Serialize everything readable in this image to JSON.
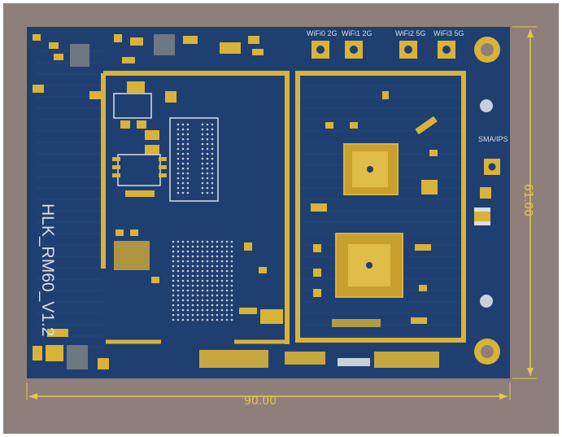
{
  "board": {
    "name": "HLK_RM60_V1.2",
    "width_dim": "90.00",
    "height_dim": "61.00",
    "antenna_labels": [
      "WiFi0 2G",
      "WiFi1 2G",
      "WiFi2 5G",
      "WiFi3 5G"
    ],
    "connector_label": "SMA/IPS"
  },
  "colors": {
    "background": "#8e7f7b",
    "pcb": "#1f3f70",
    "copper": "#d9b23a",
    "silkscreen": "#d8dde6",
    "dimension": "#e6c84a"
  }
}
